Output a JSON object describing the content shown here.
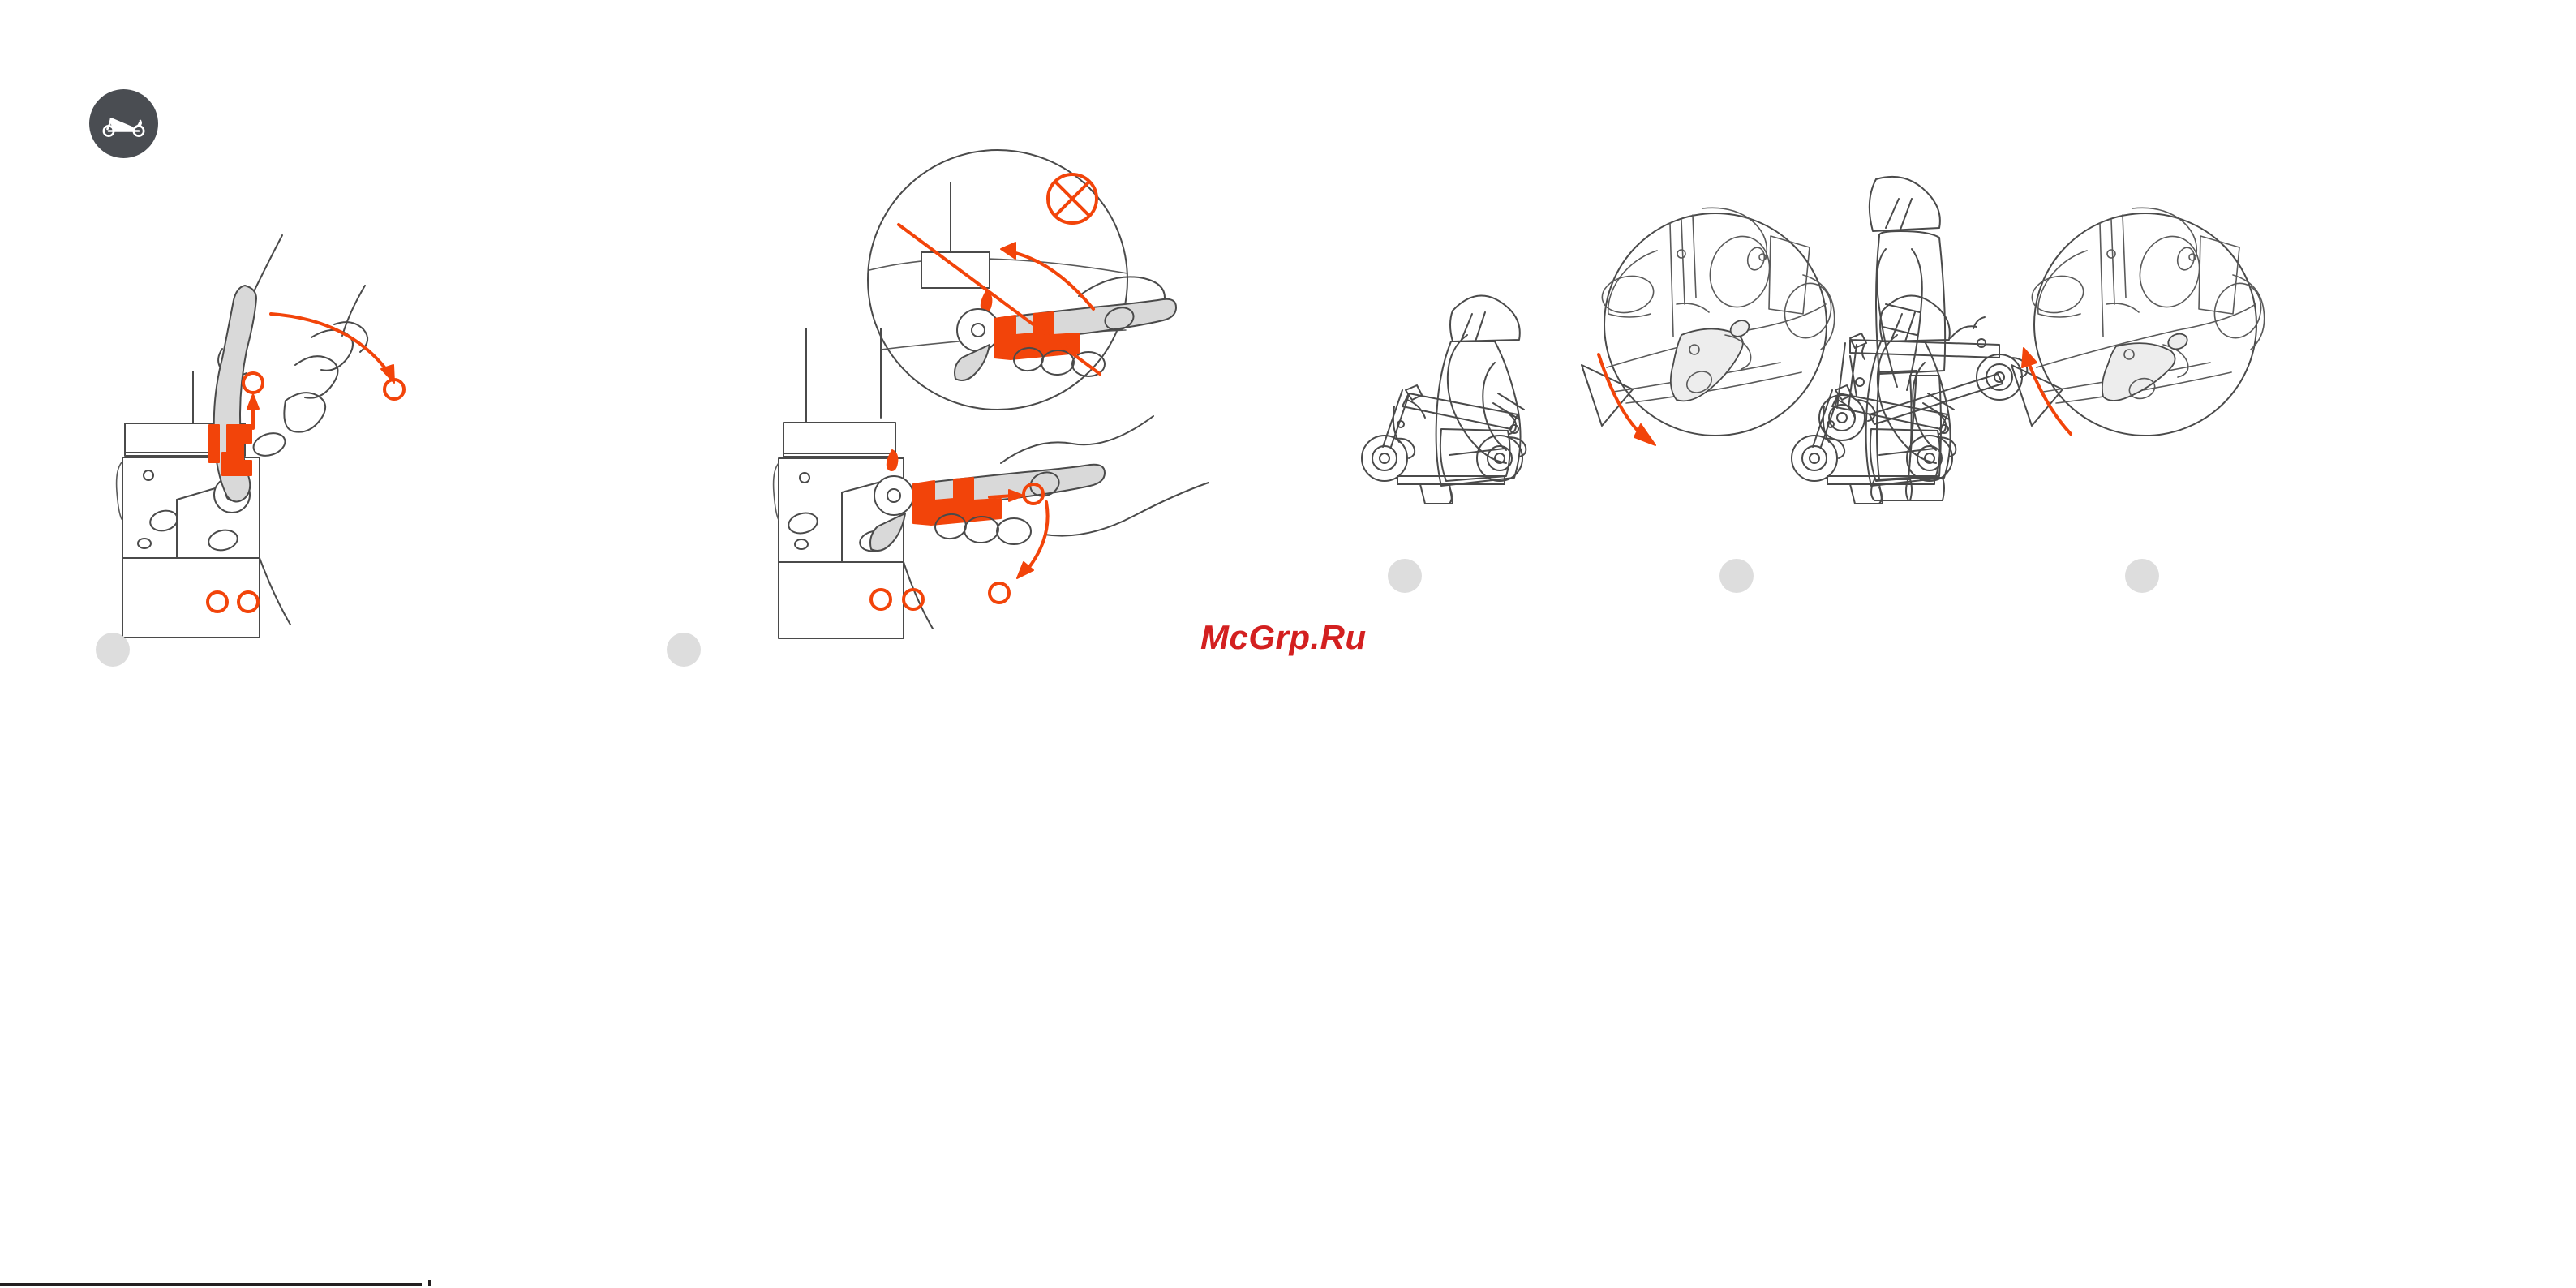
{
  "document": {
    "type": "instruction-manual-page",
    "topic": "Folding and carrying the electric scooter",
    "background_color": "#ffffff",
    "accent_color": "#f2440a",
    "line_color": "#4a4a4a",
    "marker_color": "#dddddd",
    "watermark_color": "#d32020"
  },
  "logo": {
    "name": "folded-scooter-logo",
    "badge_color": "#4a4d52",
    "glyph_color": "#ffffff",
    "alt": "folded kick scooter silhouette"
  },
  "watermark": {
    "text": "McGrp.Ru"
  },
  "panels": [
    {
      "id": "panel-1",
      "caption": "",
      "description": "Hand lifting the orange folding latch upward on the stem clamp",
      "marker": "",
      "marker_color": "#dddddd",
      "callouts": [
        {
          "kind": "ring",
          "label": ""
        },
        {
          "kind": "ring",
          "label": ""
        },
        {
          "kind": "ring",
          "label": ""
        },
        {
          "kind": "ring",
          "label": ""
        }
      ],
      "arrows": [
        {
          "kind": "straight-up",
          "color": "#f2440a"
        },
        {
          "kind": "curved-down-right",
          "color": "#f2440a"
        }
      ]
    },
    {
      "id": "panel-2",
      "caption": "",
      "description": "Hand pressing the orange latch lever down; inset circle shows the prohibited grip",
      "marker": "",
      "marker_color": "#dddddd",
      "inset": {
        "kind": "magnifier-circle",
        "warning_icon": "prohibited-cross-icon",
        "warning_color": "#f2440a",
        "slash": true
      },
      "callouts": [
        {
          "kind": "ring",
          "label": ""
        },
        {
          "kind": "ring",
          "label": ""
        },
        {
          "kind": "ring",
          "label": ""
        },
        {
          "kind": "ring",
          "label": ""
        }
      ],
      "arrows": [
        {
          "kind": "straight-right",
          "color": "#f2440a"
        },
        {
          "kind": "curved-down",
          "color": "#f2440a"
        },
        {
          "kind": "curved-left-inset",
          "color": "#f2440a"
        }
      ]
    },
    {
      "id": "panel-3",
      "caption": "",
      "description": "Rider folding the stem down onto the deck; magnified inset of the rear hook latch with downward arrow",
      "marker": "",
      "marker_color": "#dddddd",
      "inset": {
        "kind": "magnifier-circle",
        "warning_icon": "",
        "warning_color": "",
        "slash": false
      },
      "arrows": [
        {
          "kind": "curved-down-inset",
          "color": "#f2440a"
        }
      ]
    },
    {
      "id": "panel-4",
      "caption": "",
      "description": "Person carrying the folded scooter by the stem",
      "marker": "",
      "marker_color": "#dddddd",
      "arrows": []
    },
    {
      "id": "panel-5",
      "caption": "",
      "description": "Rider unfolding the stem; magnified inset of the rear hook latch with upward arrow",
      "marker": "",
      "marker_color": "#dddddd",
      "inset": {
        "kind": "magnifier-circle",
        "warning_icon": "",
        "warning_color": "",
        "slash": false
      },
      "arrows": [
        {
          "kind": "curved-up-inset",
          "color": "#f2440a"
        }
      ]
    }
  ],
  "footer": {
    "rule": true
  }
}
